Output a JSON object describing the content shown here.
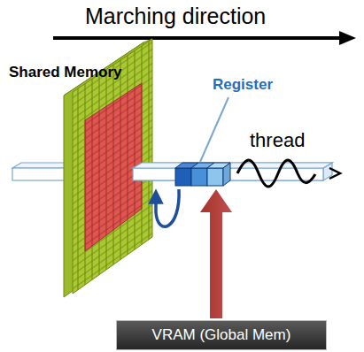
{
  "diagram": {
    "nodes": [
      {
        "text": [
          "VRAM (Global Mem)"
        ]
      }
    ],
    "labels": [
      "Marching direction",
      "Shared Memory",
      "Register",
      "thread"
    ]
  }
}
